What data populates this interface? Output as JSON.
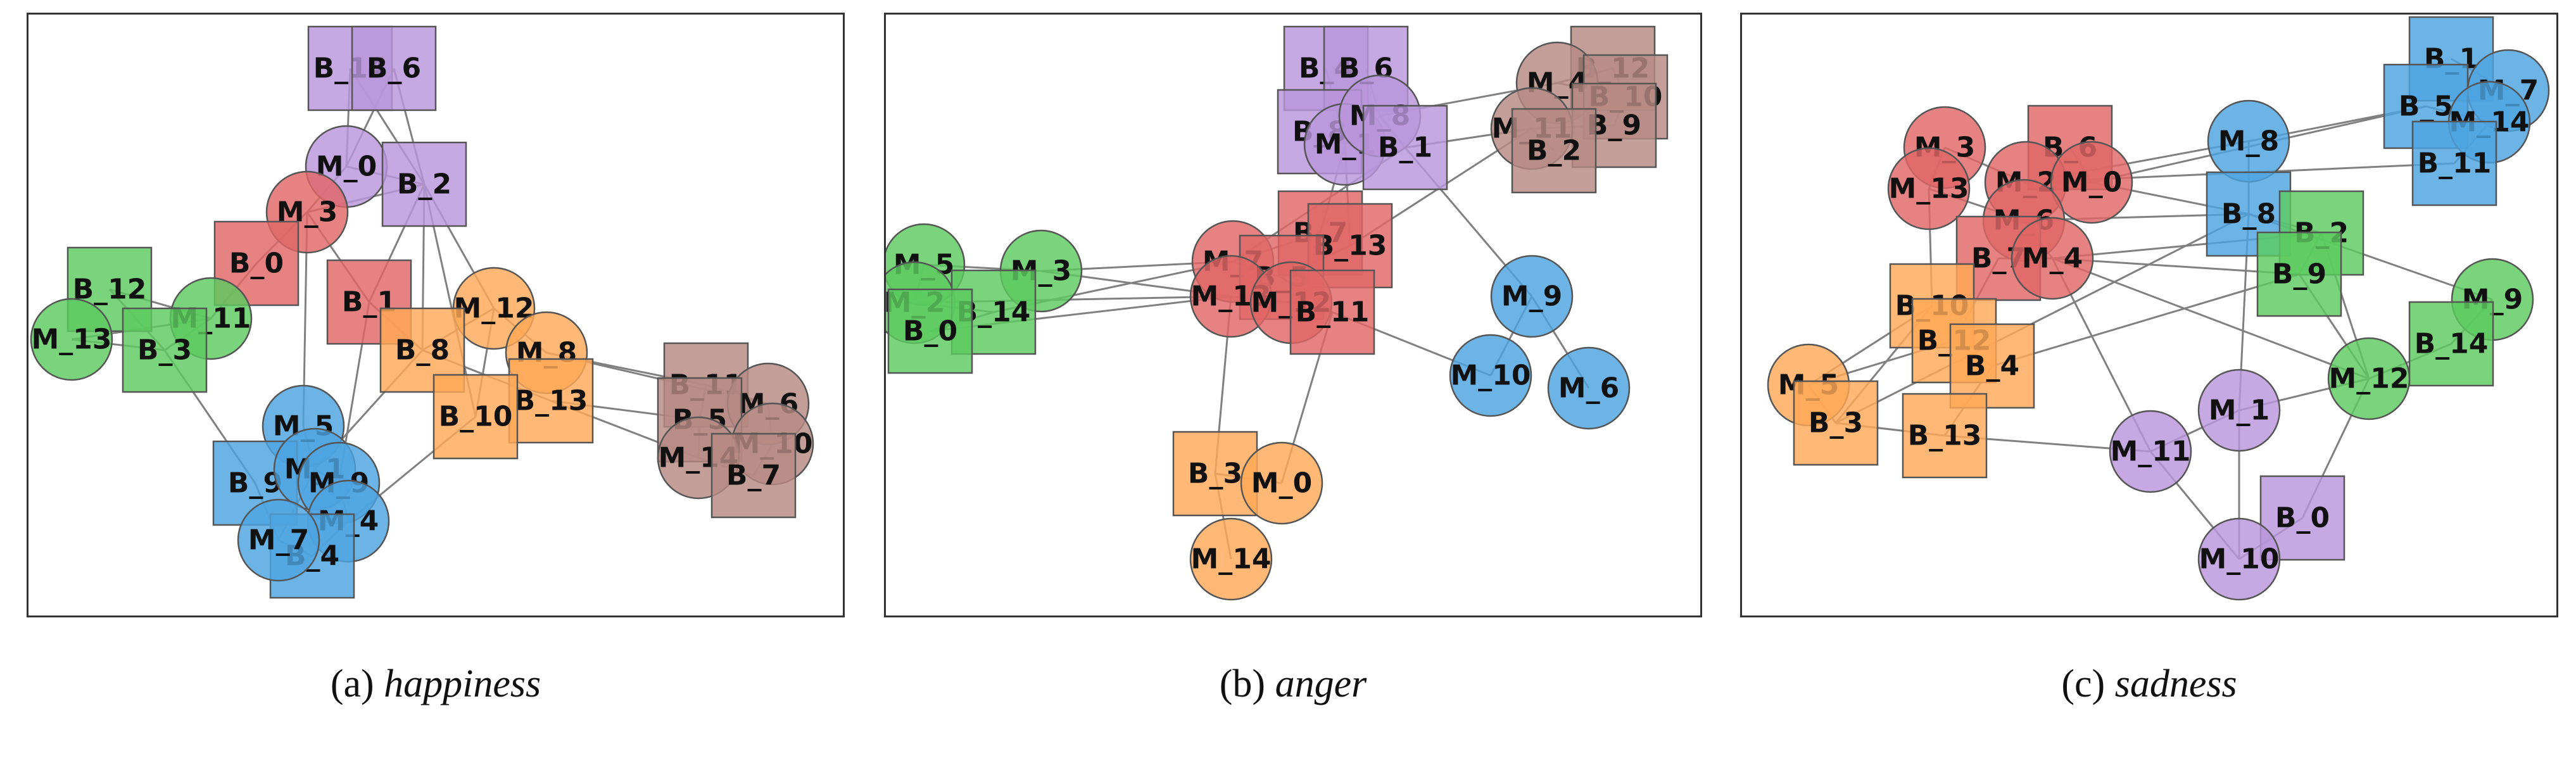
{
  "colors": {
    "red": "#e06666",
    "orange": "#ffa857",
    "green": "#5ccb5f",
    "blue": "#4da3e0",
    "purple": "#b995dc",
    "brown": "#b78a84",
    "edge": "#808080",
    "node_stroke": "#555555"
  },
  "panels": [
    {
      "caption_prefix": "(a)",
      "caption_word": "happiness",
      "nodes": [
        {
          "label": "B_14",
          "shape": "square",
          "color": "purple"
        },
        {
          "label": "B_6",
          "shape": "square",
          "color": "purple"
        },
        {
          "label": "M_0",
          "shape": "circle",
          "color": "purple"
        },
        {
          "label": "B_2",
          "shape": "square",
          "color": "purple"
        },
        {
          "label": "M_3",
          "shape": "circle",
          "color": "red"
        },
        {
          "label": "B_0",
          "shape": "square",
          "color": "red"
        },
        {
          "label": "B_1",
          "shape": "square",
          "color": "red"
        },
        {
          "label": "B_12",
          "shape": "square",
          "color": "green"
        },
        {
          "label": "M_11",
          "shape": "circle",
          "color": "green"
        },
        {
          "label": "M_13",
          "shape": "circle",
          "color": "green"
        },
        {
          "label": "B_3",
          "shape": "square",
          "color": "green"
        },
        {
          "label": "M_12",
          "shape": "circle",
          "color": "orange"
        },
        {
          "label": "B_8",
          "shape": "square",
          "color": "orange"
        },
        {
          "label": "M_8",
          "shape": "circle",
          "color": "orange"
        },
        {
          "label": "B_13",
          "shape": "square",
          "color": "orange"
        },
        {
          "label": "B_10",
          "shape": "square",
          "color": "orange"
        },
        {
          "label": "M_5",
          "shape": "circle",
          "color": "blue"
        },
        {
          "label": "B_9",
          "shape": "square",
          "color": "blue"
        },
        {
          "label": "M_1",
          "shape": "circle",
          "color": "blue"
        },
        {
          "label": "M_9",
          "shape": "circle",
          "color": "blue"
        },
        {
          "label": "M_4",
          "shape": "circle",
          "color": "blue"
        },
        {
          "label": "B_4",
          "shape": "square",
          "color": "blue"
        },
        {
          "label": "M_7",
          "shape": "circle",
          "color": "blue"
        },
        {
          "label": "B_11",
          "shape": "square",
          "color": "brown"
        },
        {
          "label": "M_6",
          "shape": "circle",
          "color": "brown"
        },
        {
          "label": "B_5",
          "shape": "square",
          "color": "brown"
        },
        {
          "label": "M_10",
          "shape": "circle",
          "color": "brown"
        },
        {
          "label": "M_14",
          "shape": "circle",
          "color": "brown"
        },
        {
          "label": "B_7",
          "shape": "square",
          "color": "brown"
        }
      ],
      "edges": [
        [
          "B_14",
          "M_0"
        ],
        [
          "B_6",
          "M_0"
        ],
        [
          "B_14",
          "B_2"
        ],
        [
          "B_6",
          "B_2"
        ],
        [
          "M_0",
          "B_2"
        ],
        [
          "M_0",
          "M_3"
        ],
        [
          "B_2",
          "M_3"
        ],
        [
          "M_3",
          "B_0"
        ],
        [
          "M_3",
          "B_1"
        ],
        [
          "B_2",
          "B_1"
        ],
        [
          "B_0",
          "M_11"
        ],
        [
          "B_12",
          "M_11"
        ],
        [
          "M_11",
          "M_13"
        ],
        [
          "M_11",
          "B_3"
        ],
        [
          "B_12",
          "B_3"
        ],
        [
          "M_13",
          "B_3"
        ],
        [
          "B_3",
          "B_9"
        ],
        [
          "M_3",
          "M_5"
        ],
        [
          "B_1",
          "B_8"
        ],
        [
          "B_2",
          "M_12"
        ],
        [
          "B_2",
          "B_8"
        ],
        [
          "B_1",
          "M_9"
        ],
        [
          "M_12",
          "B_8"
        ],
        [
          "M_12",
          "M_8"
        ],
        [
          "B_8",
          "B_13"
        ],
        [
          "M_12",
          "B_10"
        ],
        [
          "M_8",
          "B_11"
        ],
        [
          "M_8",
          "M_6"
        ],
        [
          "B_13",
          "M_14"
        ],
        [
          "B_13",
          "B_5"
        ],
        [
          "B_10",
          "M_4"
        ],
        [
          "B_8",
          "M_1"
        ],
        [
          "M_5",
          "M_1"
        ],
        [
          "M_1",
          "M_9"
        ],
        [
          "M_9",
          "M_4"
        ],
        [
          "M_1",
          "M_7"
        ],
        [
          "B_9",
          "M_7"
        ],
        [
          "M_7",
          "B_4"
        ],
        [
          "M_4",
          "B_4"
        ],
        [
          "B_11",
          "M_6"
        ],
        [
          "B_11",
          "B_5"
        ],
        [
          "M_6",
          "M_10"
        ],
        [
          "B_5",
          "M_14"
        ],
        [
          "M_10",
          "B_7"
        ],
        [
          "M_14",
          "B_7"
        ],
        [
          "B_2",
          "B_10"
        ]
      ]
    },
    {
      "caption_prefix": "(b)",
      "caption_word": "anger",
      "nodes": [
        {
          "label": "B_4",
          "shape": "square",
          "color": "purple"
        },
        {
          "label": "B_6",
          "shape": "square",
          "color": "purple"
        },
        {
          "label": "B_8",
          "shape": "square",
          "color": "purple"
        },
        {
          "label": "M_1",
          "shape": "circle",
          "color": "purple"
        },
        {
          "label": "M_8",
          "shape": "circle",
          "color": "purple"
        },
        {
          "label": "B_1",
          "shape": "square",
          "color": "purple"
        },
        {
          "label": "B_12",
          "shape": "square",
          "color": "brown"
        },
        {
          "label": "M_4",
          "shape": "circle",
          "color": "brown"
        },
        {
          "label": "B_10",
          "shape": "square",
          "color": "brown"
        },
        {
          "label": "M_11",
          "shape": "circle",
          "color": "brown"
        },
        {
          "label": "B_9",
          "shape": "square",
          "color": "brown"
        },
        {
          "label": "B_2",
          "shape": "square",
          "color": "brown"
        },
        {
          "label": "M_5",
          "shape": "circle",
          "color": "green"
        },
        {
          "label": "M_3",
          "shape": "circle",
          "color": "green"
        },
        {
          "label": "M_2",
          "shape": "circle",
          "color": "green"
        },
        {
          "label": "B_14",
          "shape": "square",
          "color": "green"
        },
        {
          "label": "B_0",
          "shape": "square",
          "color": "green"
        },
        {
          "label": "B_7",
          "shape": "square",
          "color": "red"
        },
        {
          "label": "B_13",
          "shape": "square",
          "color": "red"
        },
        {
          "label": "M_7",
          "shape": "circle",
          "color": "red"
        },
        {
          "label": "B_5",
          "shape": "square",
          "color": "red"
        },
        {
          "label": "M_13",
          "shape": "circle",
          "color": "red"
        },
        {
          "label": "M_12",
          "shape": "circle",
          "color": "red"
        },
        {
          "label": "B_11",
          "shape": "square",
          "color": "red"
        },
        {
          "label": "M_9",
          "shape": "circle",
          "color": "blue"
        },
        {
          "label": "M_10",
          "shape": "circle",
          "color": "blue"
        },
        {
          "label": "M_6",
          "shape": "circle",
          "color": "blue"
        },
        {
          "label": "B_3",
          "shape": "square",
          "color": "orange"
        },
        {
          "label": "M_0",
          "shape": "circle",
          "color": "orange"
        },
        {
          "label": "M_14",
          "shape": "circle",
          "color": "orange"
        }
      ],
      "edges": [
        [
          "B_4",
          "M_1"
        ],
        [
          "B_6",
          "M_8"
        ],
        [
          "B_8",
          "M_1"
        ],
        [
          "M_1",
          "M_8"
        ],
        [
          "M_8",
          "B_1"
        ],
        [
          "B_1",
          "M_11"
        ],
        [
          "M_8",
          "M_4"
        ],
        [
          "M_4",
          "B_12"
        ],
        [
          "M_4",
          "B_10"
        ],
        [
          "M_11",
          "B_9"
        ],
        [
          "M_11",
          "B_2"
        ],
        [
          "B_12",
          "B_10"
        ],
        [
          "B_10",
          "B_9"
        ],
        [
          "M_1",
          "B_7"
        ],
        [
          "M_1",
          "B_13"
        ],
        [
          "B_1",
          "M_7"
        ],
        [
          "B_1",
          "M_9"
        ],
        [
          "M_11",
          "B_13"
        ],
        [
          "M_5",
          "M_3"
        ],
        [
          "M_5",
          "M_2"
        ],
        [
          "M_3",
          "M_7"
        ],
        [
          "M_3",
          "M_13"
        ],
        [
          "M_2",
          "B_14"
        ],
        [
          "M_2",
          "M_13"
        ],
        [
          "B_14",
          "M_7"
        ],
        [
          "B_14",
          "B_0"
        ],
        [
          "B_0",
          "M_13"
        ],
        [
          "B_7",
          "M_7"
        ],
        [
          "B_13",
          "B_5"
        ],
        [
          "M_7",
          "B_5"
        ],
        [
          "M_13",
          "M_12"
        ],
        [
          "M_12",
          "B_11"
        ],
        [
          "B_5",
          "B_11"
        ],
        [
          "B_11",
          "M_10"
        ],
        [
          "M_9",
          "M_10"
        ],
        [
          "M_9",
          "M_6"
        ],
        [
          "M_13",
          "B_3"
        ],
        [
          "B_11",
          "M_0"
        ],
        [
          "B_3",
          "M_0"
        ],
        [
          "B_3",
          "M_14"
        ]
      ]
    },
    {
      "caption_prefix": "(c)",
      "caption_word": "sadness",
      "nodes": [
        {
          "label": "M_3",
          "shape": "circle",
          "color": "red"
        },
        {
          "label": "B_6",
          "shape": "square",
          "color": "red"
        },
        {
          "label": "M_2",
          "shape": "circle",
          "color": "red"
        },
        {
          "label": "M_0",
          "shape": "circle",
          "color": "red"
        },
        {
          "label": "M_13",
          "shape": "circle",
          "color": "red"
        },
        {
          "label": "M_6",
          "shape": "circle",
          "color": "red"
        },
        {
          "label": "B_7",
          "shape": "square",
          "color": "red"
        },
        {
          "label": "M_4",
          "shape": "circle",
          "color": "red"
        },
        {
          "label": "B_1",
          "shape": "square",
          "color": "blue"
        },
        {
          "label": "M_7",
          "shape": "circle",
          "color": "blue"
        },
        {
          "label": "B_5",
          "shape": "square",
          "color": "blue"
        },
        {
          "label": "M_14",
          "shape": "circle",
          "color": "blue"
        },
        {
          "label": "M_8",
          "shape": "circle",
          "color": "blue"
        },
        {
          "label": "B_11",
          "shape": "square",
          "color": "blue"
        },
        {
          "label": "B_8",
          "shape": "square",
          "color": "blue"
        },
        {
          "label": "B_2",
          "shape": "square",
          "color": "green"
        },
        {
          "label": "B_9",
          "shape": "square",
          "color": "green"
        },
        {
          "label": "M_9",
          "shape": "circle",
          "color": "green"
        },
        {
          "label": "B_14",
          "shape": "square",
          "color": "green"
        },
        {
          "label": "M_12",
          "shape": "circle",
          "color": "green"
        },
        {
          "label": "B_10",
          "shape": "square",
          "color": "orange"
        },
        {
          "label": "B_12",
          "shape": "square",
          "color": "orange"
        },
        {
          "label": "B_4",
          "shape": "square",
          "color": "orange"
        },
        {
          "label": "M_5",
          "shape": "circle",
          "color": "orange"
        },
        {
          "label": "B_3",
          "shape": "square",
          "color": "orange"
        },
        {
          "label": "B_13",
          "shape": "square",
          "color": "orange"
        },
        {
          "label": "M_1",
          "shape": "circle",
          "color": "purple"
        },
        {
          "label": "M_11",
          "shape": "circle",
          "color": "purple"
        },
        {
          "label": "B_0",
          "shape": "square",
          "color": "purple"
        },
        {
          "label": "M_10",
          "shape": "circle",
          "color": "purple"
        }
      ],
      "edges": [
        [
          "M_3",
          "M_2"
        ],
        [
          "M_3",
          "M_13"
        ],
        [
          "B_6",
          "M_0"
        ],
        [
          "M_2",
          "M_0"
        ],
        [
          "M_13",
          "M_6"
        ],
        [
          "M_6",
          "M_4"
        ],
        [
          "B_7",
          "M_4"
        ],
        [
          "M_2",
          "M_8"
        ],
        [
          "M_0",
          "B_8"
        ],
        [
          "M_0",
          "B_5"
        ],
        [
          "M_6",
          "B_8"
        ],
        [
          "M_4",
          "B_9"
        ],
        [
          "M_4",
          "B_2"
        ],
        [
          "M_13",
          "B_10"
        ],
        [
          "B_7",
          "B_12"
        ],
        [
          "M_4",
          "M_11"
        ],
        [
          "M_4",
          "M_12"
        ],
        [
          "M_8",
          "B_8"
        ],
        [
          "M_8",
          "B_5"
        ],
        [
          "B_1",
          "M_7"
        ],
        [
          "B_5",
          "M_14"
        ],
        [
          "M_14",
          "B_11"
        ],
        [
          "B_8",
          "B_2"
        ],
        [
          "B_2",
          "B_9"
        ],
        [
          "B_8",
          "M_9"
        ],
        [
          "B_2",
          "M_12"
        ],
        [
          "B_9",
          "M_12"
        ],
        [
          "M_9",
          "B_14"
        ],
        [
          "M_12",
          "B_14"
        ],
        [
          "M_12",
          "M_1"
        ],
        [
          "B_8",
          "M_1"
        ],
        [
          "M_1",
          "M_11"
        ],
        [
          "M_1",
          "M_10"
        ],
        [
          "M_11",
          "M_10"
        ],
        [
          "M_12",
          "B_0"
        ],
        [
          "B_0",
          "M_10"
        ],
        [
          "B_10",
          "M_5"
        ],
        [
          "B_12",
          "M_5"
        ],
        [
          "B_10",
          "B_3"
        ],
        [
          "M_5",
          "B_3"
        ],
        [
          "B_3",
          "B_13"
        ],
        [
          "B_13",
          "M_11"
        ],
        [
          "B_4",
          "B_13"
        ],
        [
          "B_12",
          "B_4"
        ],
        [
          "B_4",
          "B_9"
        ],
        [
          "B_3",
          "B_8"
        ],
        [
          "M_2",
          "B_11"
        ]
      ]
    }
  ]
}
